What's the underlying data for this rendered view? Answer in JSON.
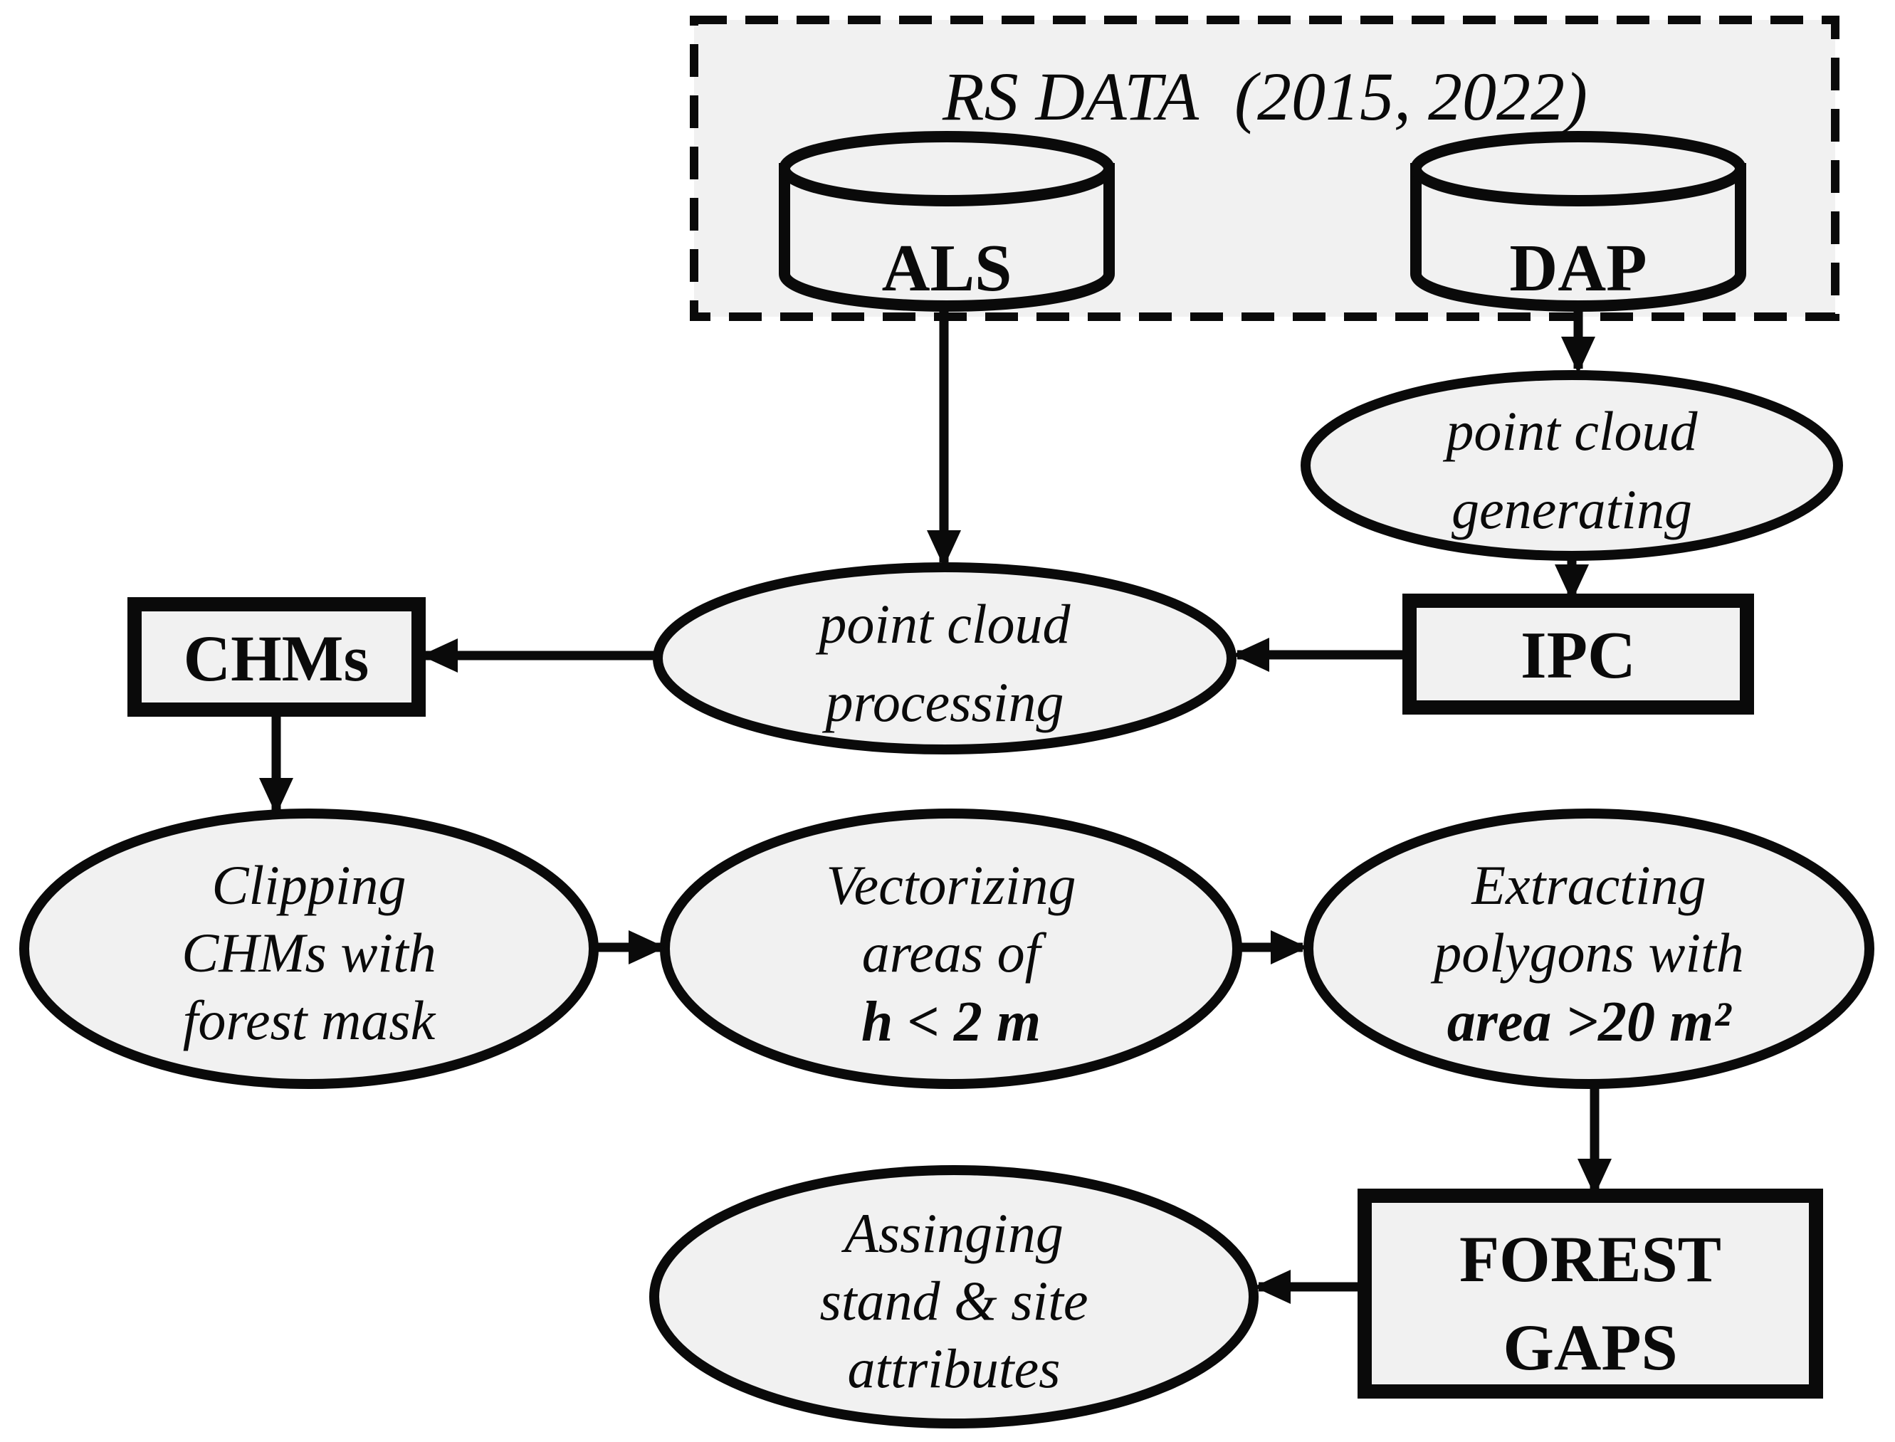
{
  "figure": {
    "type": "flowchart",
    "description_source": "remote sensing forest gap extraction workflow"
  },
  "rs_data": {
    "label": "RS DATA",
    "years": "(2015, 2022)"
  },
  "nodes": {
    "als": {
      "label": "ALS",
      "shape": "datastore-cylinder"
    },
    "dap": {
      "label": "DAP",
      "shape": "datastore-cylinder"
    },
    "point_cloud_generating": {
      "shape": "ellipse",
      "lines": [
        "point cloud",
        "generating"
      ]
    },
    "ipc": {
      "label": "IPC",
      "shape": "rectangle"
    },
    "point_cloud_processing": {
      "shape": "ellipse",
      "lines": [
        "point cloud",
        "processing"
      ]
    },
    "chms": {
      "label": "CHMs",
      "shape": "rectangle"
    },
    "clipping_chms": {
      "shape": "ellipse",
      "lines": [
        "Clipping",
        "CHMs with",
        "forest mask"
      ]
    },
    "vectorizing": {
      "shape": "ellipse",
      "lines": [
        "Vectorizing",
        "areas of",
        "h < 2 m"
      ]
    },
    "extracting": {
      "shape": "ellipse",
      "lines": [
        "Extracting",
        "polygons with",
        "area >20 m²"
      ]
    },
    "forest_gaps": {
      "shape": "rectangle",
      "lines": [
        "FOREST",
        "GAPS"
      ]
    },
    "assigning": {
      "shape": "ellipse",
      "lines": [
        "Assinging",
        "stand & site",
        "attributes"
      ]
    }
  },
  "edges": [
    {
      "from": "ALS",
      "to": "point cloud processing"
    },
    {
      "from": "DAP",
      "to": "point cloud generating"
    },
    {
      "from": "point cloud generating",
      "to": "IPC"
    },
    {
      "from": "IPC",
      "to": "point cloud processing"
    },
    {
      "from": "point cloud processing",
      "to": "CHMs"
    },
    {
      "from": "CHMs",
      "to": "Clipping CHMs with forest mask"
    },
    {
      "from": "Clipping CHMs with forest mask",
      "to": "Vectorizing areas of h < 2 m"
    },
    {
      "from": "Vectorizing areas of h < 2 m",
      "to": "Extracting polygons with area >20 m²"
    },
    {
      "from": "Extracting polygons with area >20 m²",
      "to": "FOREST GAPS"
    },
    {
      "from": "FOREST GAPS",
      "to": "Assinging stand & site attributes"
    }
  ],
  "colors": {
    "shape_fill": "#f1f1f1",
    "stroke": "#0a0a0a",
    "background": "#ffffff"
  }
}
